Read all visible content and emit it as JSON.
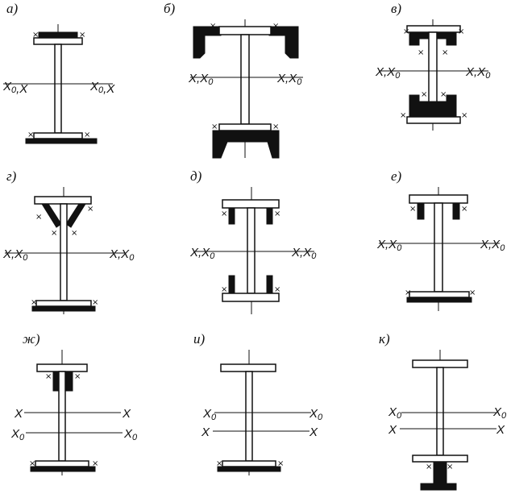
{
  "panels": [
    {
      "letter": "а)",
      "axes": [
        {
          "left": "X0,X",
          "right": "X0,X"
        }
      ]
    },
    {
      "letter": "б)",
      "axes": [
        {
          "left": "X,X0",
          "right": "X,X0"
        }
      ]
    },
    {
      "letter": "в)",
      "axes": [
        {
          "left": "X,X0",
          "right": "X,X0"
        }
      ]
    },
    {
      "letter": "г)",
      "axes": [
        {
          "left": "X,X0",
          "right": "X,X0"
        }
      ]
    },
    {
      "letter": "д)",
      "axes": [
        {
          "left": "X,X0",
          "right": "X,X0"
        }
      ]
    },
    {
      "letter": "е)",
      "axes": [
        {
          "left": "X,X0",
          "right": "X,X0"
        }
      ]
    },
    {
      "letter": "ж)",
      "axes": [
        {
          "left": "X",
          "right": "X"
        },
        {
          "left": "X0",
          "right": "X0"
        }
      ]
    },
    {
      "letter": "и)",
      "axes": [
        {
          "left": "X0",
          "right": "X0"
        },
        {
          "left": "X",
          "right": "X"
        }
      ]
    },
    {
      "letter": "к)",
      "axes": [
        {
          "left": "X0",
          "right": "X0"
        },
        {
          "left": "X",
          "right": "X"
        }
      ]
    }
  ],
  "weld_mark": "×"
}
